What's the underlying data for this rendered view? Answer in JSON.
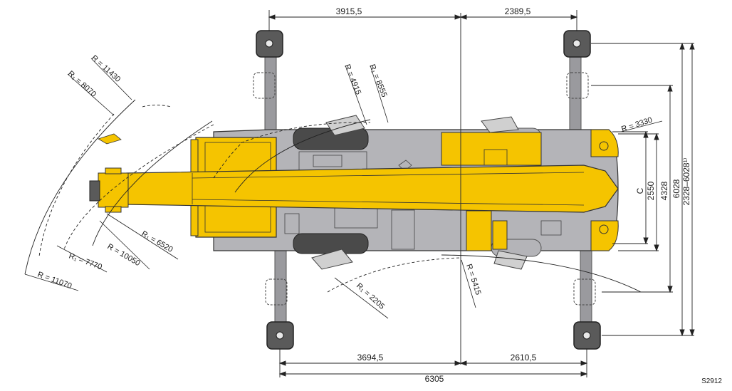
{
  "dimensions": {
    "top_left": "3915,5",
    "top_right": "2389,5",
    "bottom_left": "3694,5",
    "bottom_right": "2610,5",
    "bottom_total": "6305",
    "width_c": "C",
    "width_2550": "2550",
    "width_4328": "4328",
    "width_6028": "6028",
    "width_range": "2328–6028¹⁾"
  },
  "radii": {
    "r_11430": "R = 11430",
    "r1_8070": "R₁ = 8070",
    "r_4915": "R = 4915",
    "r1_8555": "R₁ = 8555",
    "r_3330": "R = 3330",
    "r1_6520": "R₁ = 6520",
    "r_10050": "R = 10050",
    "r1_7770": "R₁ = 7770",
    "r_11070": "R = 11070",
    "r1_2205": "R₁ = 2205",
    "r_5415": "R = 5415"
  },
  "drawing_code": "S2912",
  "colors": {
    "crane_yellow": "#f5c400",
    "yellow_dark": "#c89a00",
    "chassis_grey": "#b4b4b8",
    "tyre_dark": "#4a4a4a"
  }
}
